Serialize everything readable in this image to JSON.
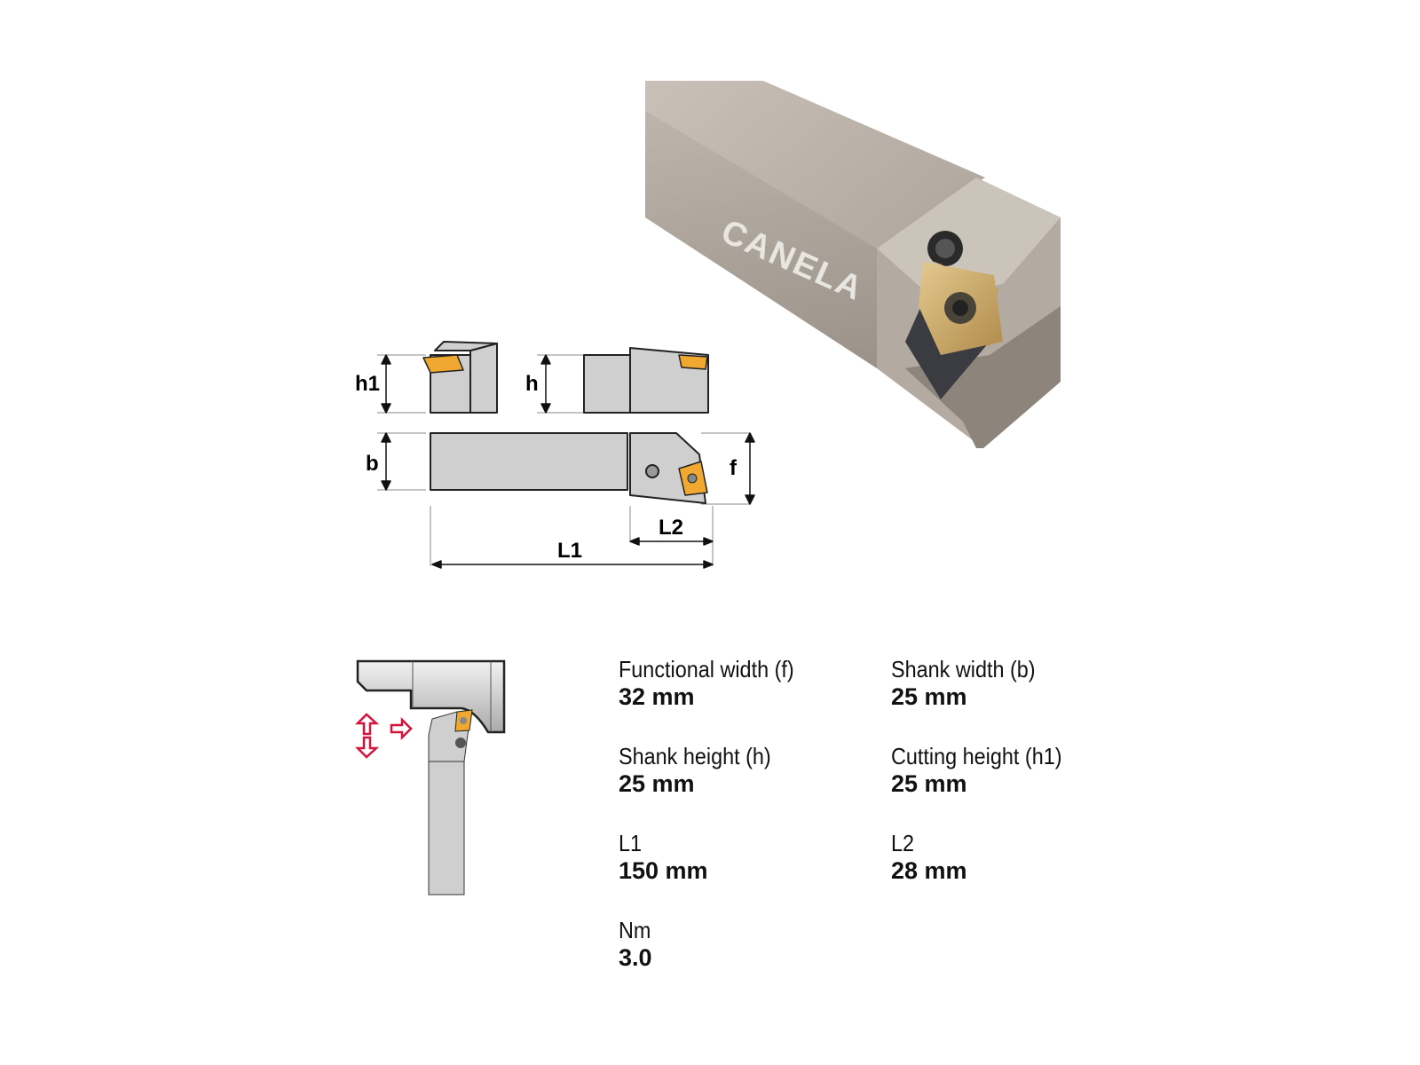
{
  "product_photo": {
    "brand_logo": "CANELA"
  },
  "dimension_diagram": {
    "labels": {
      "h1": "h1",
      "h": "h",
      "b": "b",
      "f": "f",
      "L1": "L1",
      "L2": "L2"
    }
  },
  "colors": {
    "insert": "#f0a830",
    "body": "#cfcfcf",
    "arrow": "#d4143c",
    "outline": "#222222"
  },
  "specs": [
    {
      "label": "Functional width (f)",
      "value": "32 mm"
    },
    {
      "label": "Shank width (b)",
      "value": "25 mm"
    },
    {
      "label": "Shank height (h)",
      "value": "25 mm"
    },
    {
      "label": "Cutting height (h1)",
      "value": "25 mm"
    },
    {
      "label": "L1",
      "value": "150 mm"
    },
    {
      "label": "L2",
      "value": "28 mm"
    },
    {
      "label": "Nm",
      "value": "3.0"
    }
  ]
}
